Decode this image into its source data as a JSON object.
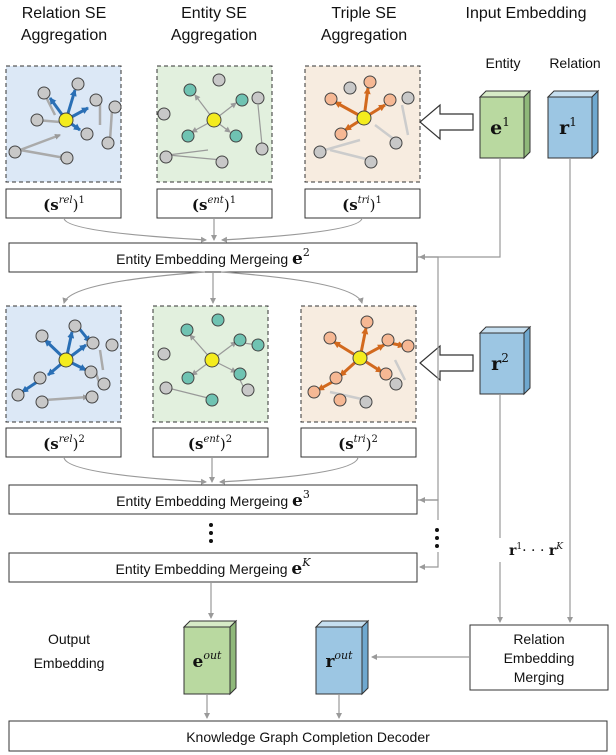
{
  "headers": {
    "relation_se": [
      "Relation SE",
      "Aggregation"
    ],
    "entity_se": [
      "Entity SE",
      "Aggregation"
    ],
    "triple_se": [
      "Triple SE",
      "Aggregation"
    ],
    "input_embedding": "Input Embedding",
    "entity": "Entity",
    "relation": "Relation"
  },
  "labels": {
    "s_rel_1": [
      "(s",
      "rel",
      ")",
      "1"
    ],
    "s_ent_1": [
      "(s",
      "ent",
      ")",
      "1"
    ],
    "s_tri_1": [
      "(s",
      "tri",
      ")",
      "1"
    ],
    "s_rel_2": [
      "(s",
      "rel",
      ")",
      "2"
    ],
    "s_ent_2": [
      "(s",
      "ent",
      ")",
      "2"
    ],
    "s_tri_2": [
      "(s",
      "tri",
      ")",
      "2"
    ]
  },
  "cubes": {
    "e1": [
      "e",
      "1"
    ],
    "r1": [
      "r",
      "1"
    ],
    "r2": [
      "r",
      "2"
    ],
    "eout": [
      "e",
      "out"
    ],
    "rout": [
      "r",
      "out"
    ]
  },
  "merge": {
    "m2": [
      "Entity Embedding Mergeing ",
      "e",
      "2"
    ],
    "m3": [
      "Entity Embedding Mergeing ",
      "e",
      "3"
    ],
    "mK": [
      "Entity Embedding Mergeing ",
      "e",
      "K"
    ]
  },
  "r_range": [
    "r",
    "1",
    "· · · ",
    "r",
    "K"
  ],
  "output_embedding": [
    "Output",
    "Embedding"
  ],
  "relation_merging": [
    "Relation",
    "Embedding",
    "Merging"
  ],
  "decoder": "Knowledge Graph Completion Decoder",
  "colors": {
    "rel_bg": "#dce8f6",
    "ent_bg": "#e2f0de",
    "tri_bg": "#f7ece0",
    "node_gray": "#c8c8c8",
    "node_yellow": "#f4ec1e",
    "node_teal": "#6fc3b2",
    "node_orange": "#f6b894",
    "arrow_blue": "#2a6fb5",
    "arrow_orange": "#d2691e",
    "cube_green": "#b9d9a0",
    "cube_blue": "#9cc6e3"
  }
}
